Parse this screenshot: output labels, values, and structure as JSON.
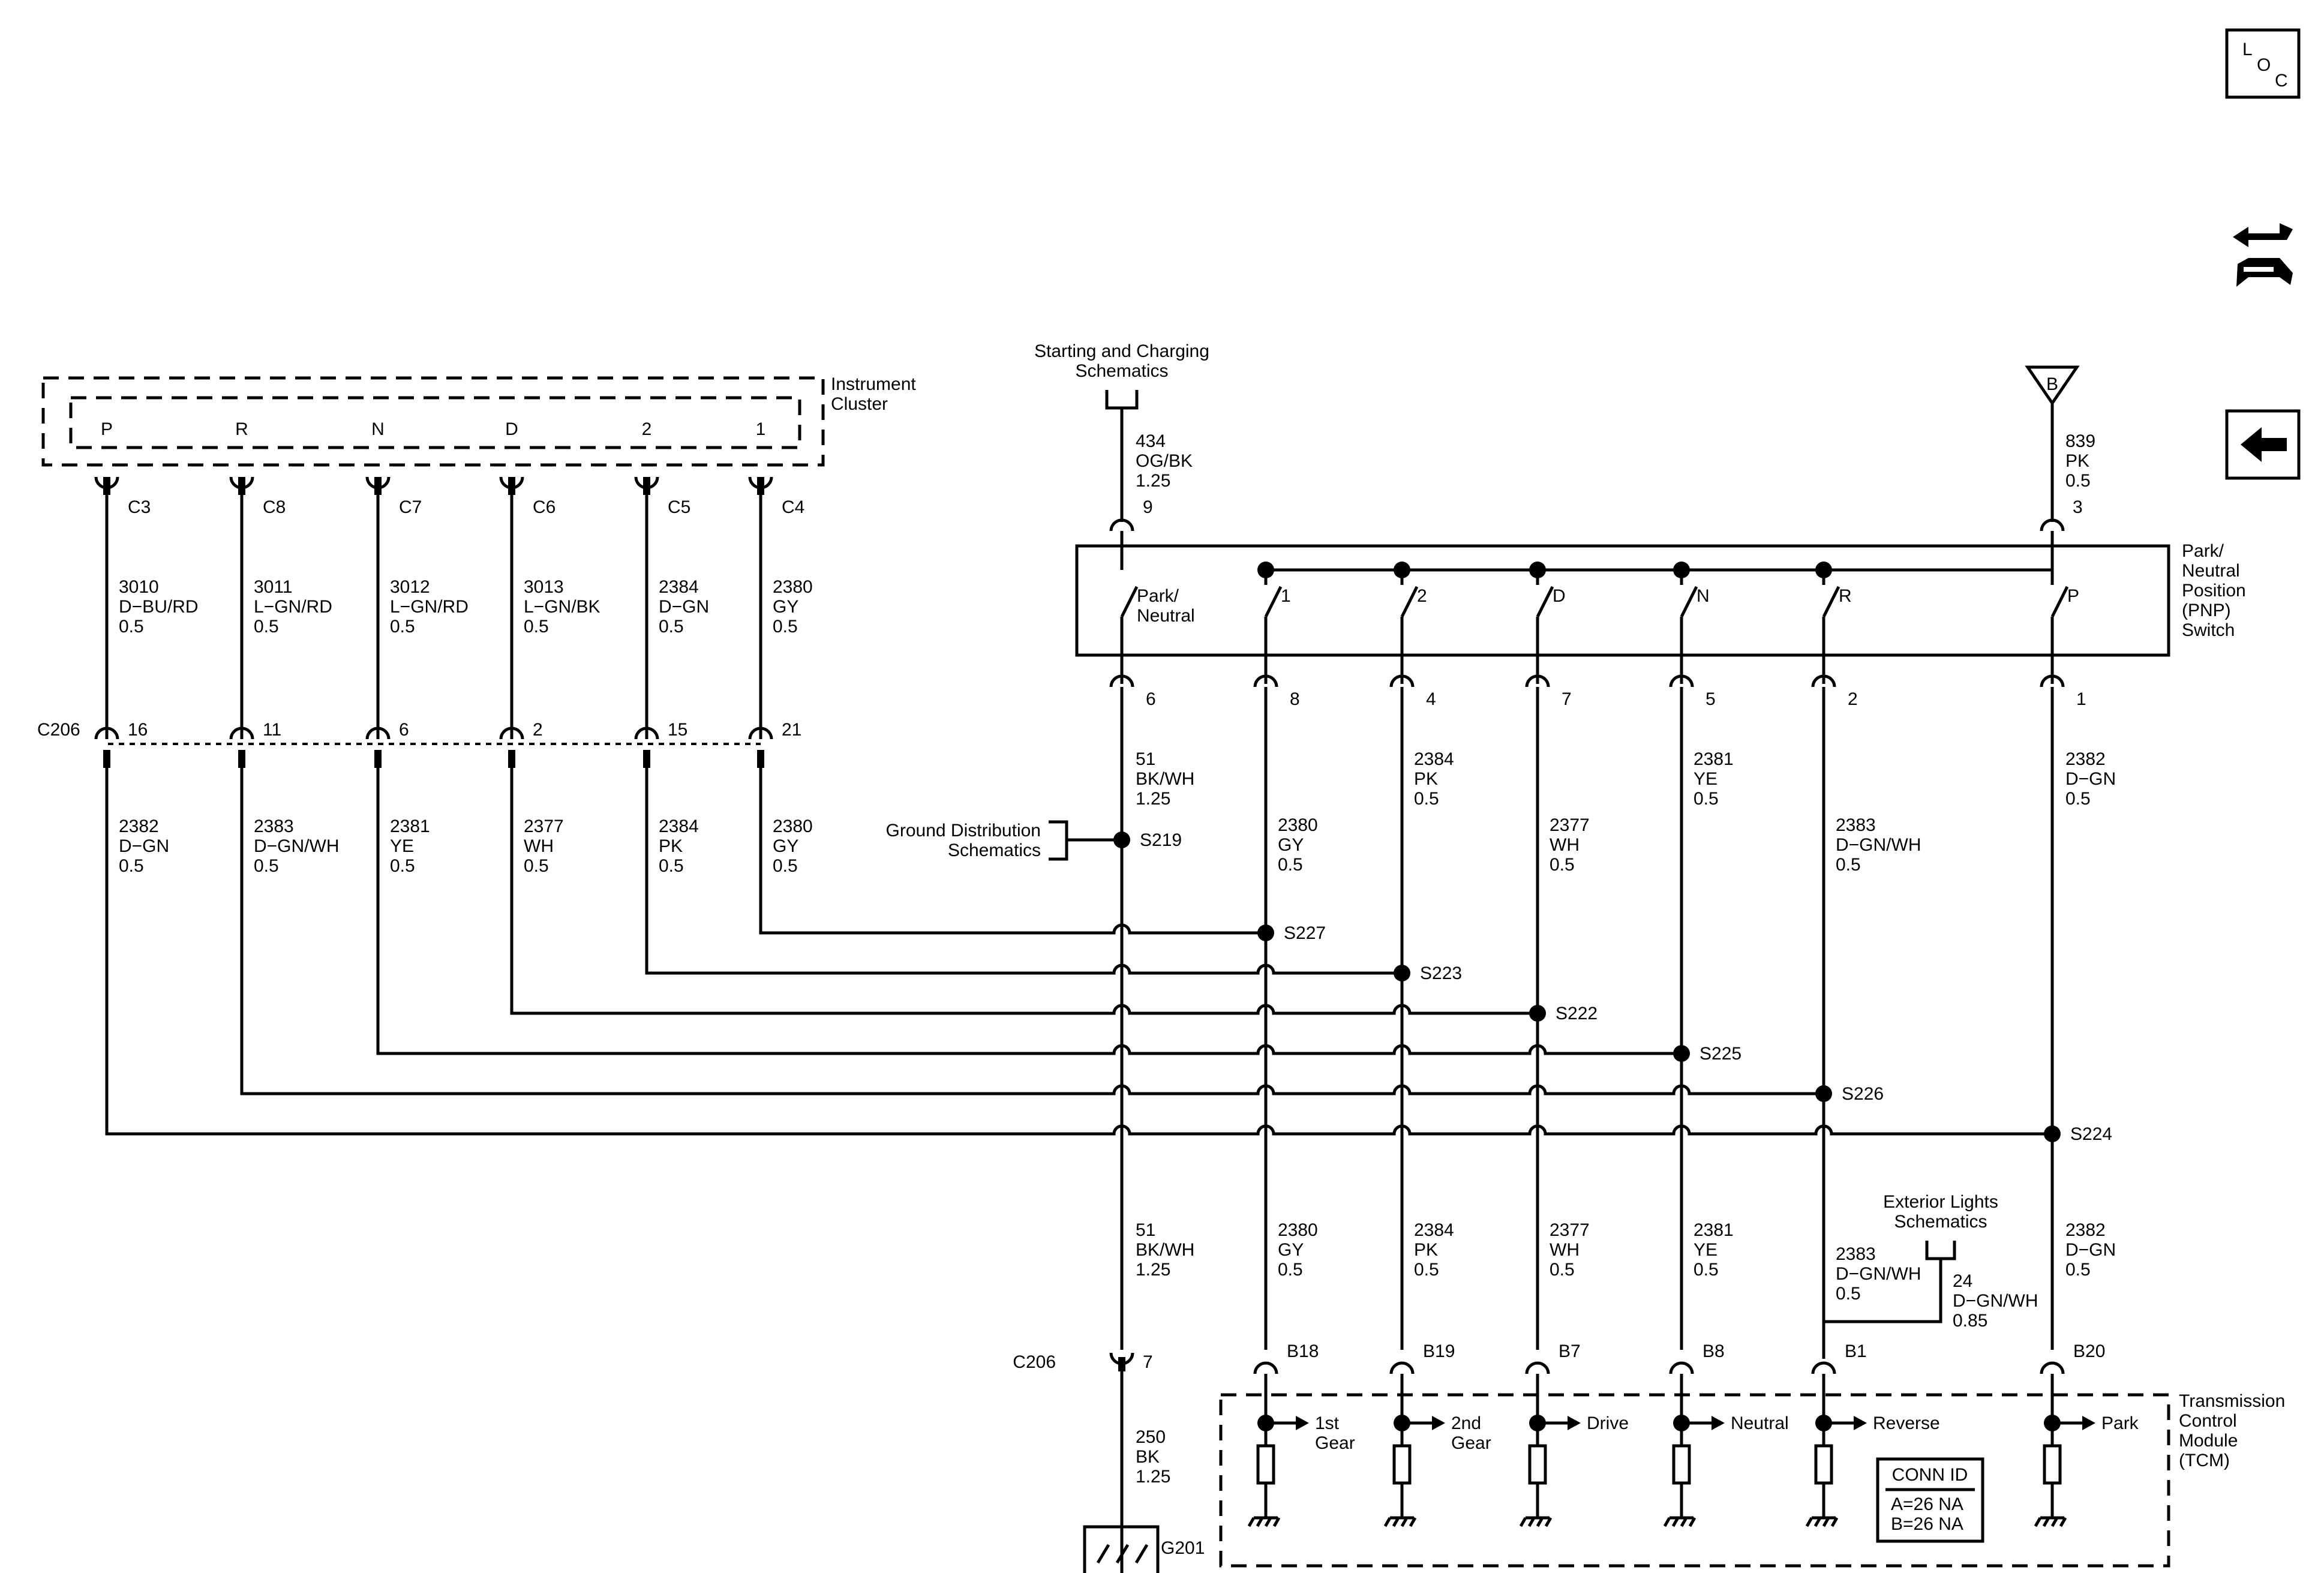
{
  "modules": {
    "instrument_cluster": [
      "Instrument",
      "Cluster"
    ],
    "pnp_switch": [
      "Park/",
      "Neutral",
      "Position",
      "(PNP)",
      "Switch"
    ],
    "tcm": [
      "Transmission",
      "Control",
      "Module",
      "(TCM)"
    ]
  },
  "cluster_pins": [
    "P",
    "R",
    "N",
    "D",
    "2",
    "1"
  ],
  "cluster_connectors": [
    "C3",
    "C8",
    "C7",
    "C6",
    "C5",
    "C4"
  ],
  "cluster_wires_upper": [
    [
      "3010",
      "D−BU/RD",
      "0.5"
    ],
    [
      "3011",
      "L−GN/RD",
      "0.5"
    ],
    [
      "3012",
      "L−GN/RD",
      "0.5"
    ],
    [
      "3013",
      "L−GN/BK",
      "0.5"
    ],
    [
      "2384",
      "D−GN",
      "0.5"
    ],
    [
      "2380",
      "GY",
      "0.5"
    ]
  ],
  "c206": {
    "label": "C206",
    "pins": [
      "16",
      "11",
      "6",
      "2",
      "15",
      "21"
    ],
    "ground_pin": "7"
  },
  "cluster_wires_lower": [
    [
      "2382",
      "D−GN",
      "0.5"
    ],
    [
      "2383",
      "D−GN/WH",
      "0.5"
    ],
    [
      "2381",
      "YE",
      "0.5"
    ],
    [
      "2377",
      "WH",
      "0.5"
    ],
    [
      "2384",
      "PK",
      "0.5"
    ],
    [
      "2380",
      "GY",
      "0.5"
    ]
  ],
  "references": {
    "starting_charging": [
      "Starting and Charging",
      "Schematics"
    ],
    "ground_distribution": [
      "Ground Distribution",
      "Schematics"
    ],
    "exterior_lights": [
      "Exterior Lights",
      "Schematics"
    ],
    "b_marker": "B"
  },
  "feed_wires": {
    "ign": [
      "434",
      "OG/BK",
      "1.25"
    ],
    "ign_pin": "9",
    "batt": [
      "839",
      "PK",
      "0.5"
    ],
    "batt_pin": "3"
  },
  "switch_contacts": [
    [
      "Park/",
      "Neutral"
    ],
    [
      "1"
    ],
    [
      "2"
    ],
    [
      "D"
    ],
    [
      "N"
    ],
    [
      "R"
    ],
    [
      "P"
    ]
  ],
  "switch_out_pins": [
    "6",
    "8",
    "4",
    "7",
    "5",
    "2",
    "1"
  ],
  "switch_out_wires": [
    [
      "51",
      "BK/WH",
      "1.25"
    ],
    [
      "2380",
      "GY",
      "0.5"
    ],
    [
      "2384",
      "PK",
      "0.5"
    ],
    [
      "2377",
      "WH",
      "0.5"
    ],
    [
      "2381",
      "YE",
      "0.5"
    ],
    [
      "2383",
      "D−GN/WH",
      "0.5"
    ],
    [
      "2382",
      "D−GN",
      "0.5"
    ]
  ],
  "splices": [
    "S219",
    "S227",
    "S223",
    "S222",
    "S225",
    "S226",
    "S224"
  ],
  "tcm_wires": [
    [
      "51",
      "BK/WH",
      "1.25"
    ],
    [
      "2380",
      "GY",
      "0.5"
    ],
    [
      "2384",
      "PK",
      "0.5"
    ],
    [
      "2377",
      "WH",
      "0.5"
    ],
    [
      "2381",
      "YE",
      "0.5"
    ],
    [
      "2383",
      "D−GN/WH",
      "0.5"
    ],
    [
      "2382",
      "D−GN",
      "0.5"
    ]
  ],
  "exterior_wire": [
    "24",
    "D−GN/WH",
    "0.85"
  ],
  "ground_wire": [
    "250",
    "BK",
    "1.25"
  ],
  "ground_id": "G201",
  "tcm_pins": [
    "B18",
    "B19",
    "B7",
    "B8",
    "B1",
    "B20"
  ],
  "tcm_inputs": [
    [
      "1st",
      "Gear"
    ],
    [
      "2nd",
      "Gear"
    ],
    [
      "Drive"
    ],
    [
      "Neutral"
    ],
    [
      "Reverse"
    ],
    [
      "Park"
    ]
  ],
  "conn_id": [
    "CONN ID",
    "A=26 NA",
    "B=26 NA"
  ],
  "nav": {
    "loc_letters": [
      "L",
      "O",
      "C"
    ],
    "loc_icon": "loc-icon",
    "connector_icon": "connector-icon",
    "back_icon": "back-arrow-icon"
  }
}
